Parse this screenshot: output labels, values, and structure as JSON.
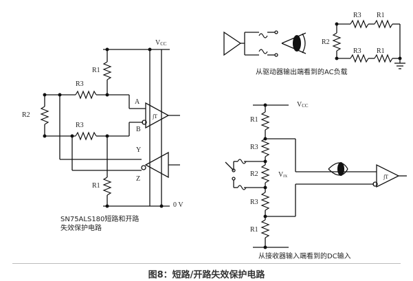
{
  "caption_left": [
    "SN75ALS180短路和开路",
    "失效保护电路"
  ],
  "caption_ac": "从驱动器输出端看到的AC负载",
  "caption_dc": "从接收器输入端看到的DC输入",
  "figure_title": "图8：短路/开路失效保护电路",
  "left": {
    "vcc_main": "V",
    "vcc_sub": "CC",
    "zero_v": "0 V",
    "r1_top": "R1",
    "r1_bottom": "R1",
    "r2": "R2",
    "r3_top": "R3",
    "r3_mid": "R3",
    "pin_a": "A",
    "pin_b": "B",
    "pin_y": "Y",
    "pin_z": "Z"
  },
  "ac": {
    "r3_top": "R3",
    "r1_top": "R1",
    "r2": "R2",
    "r3_bot": "R3",
    "r1_bot": "R1"
  },
  "dc": {
    "vcc_main": "V",
    "vcc_sub": "CC",
    "r1_top": "R1",
    "r3_top": "R3",
    "r2": "R2",
    "r3_bot": "R3",
    "r1_bot": "R1",
    "vrx_main": "V",
    "vrx_sub": "rx"
  }
}
